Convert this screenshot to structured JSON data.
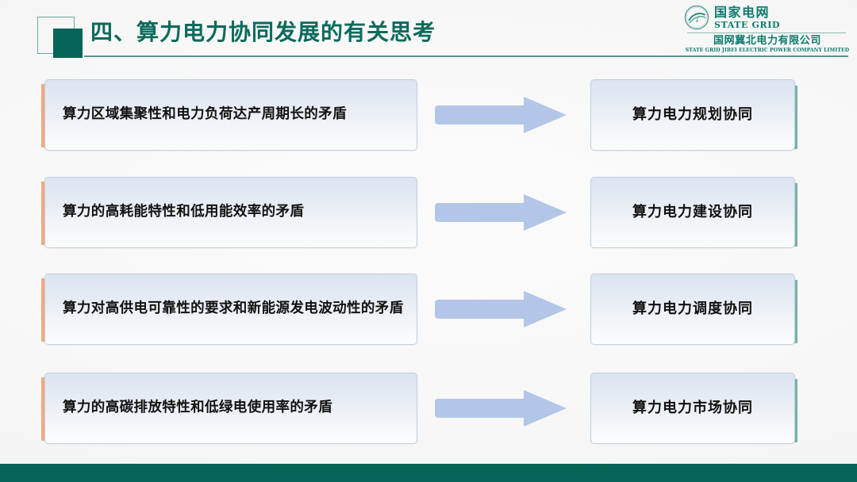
{
  "header": {
    "title": "四、算力电力协同发展的有关思考",
    "logo": {
      "cn_name": "国家电网",
      "en_name": "STATE GRID",
      "sub_cn": "国网冀北电力有限公司",
      "sub_en": "STATE GRID JIBEI ELECTRIC POWER COMPANY LIMITED"
    }
  },
  "colors": {
    "brand_teal": "#046456",
    "title_text": "#0a6b5c",
    "accent_orange": "#f2aa7e",
    "accent_teal": "#79b2ad",
    "arrow_blue": "#b3c6e7",
    "box_border": "#c2cfe0"
  },
  "rows": [
    {
      "problem": "算力区域集聚性和电力负荷达产周期长的矛盾",
      "solution": "算力电力规划协同"
    },
    {
      "problem": "算力的高耗能特性和低用能效率的矛盾",
      "solution": "算力电力建设协同"
    },
    {
      "problem": "算力对高供电可靠性的要求和新能源发电波动性的矛盾",
      "solution": "算力电力调度协同"
    },
    {
      "problem": "算力的高碳排放特性和低绿电使用率的矛盾",
      "solution": "算力电力市场协同"
    }
  ]
}
